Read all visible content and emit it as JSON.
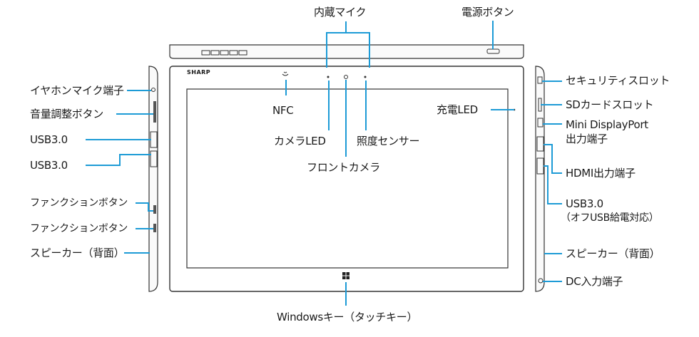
{
  "labels": {
    "internal_mic": "内蔵マイク",
    "power_button": "電源ボタン",
    "earphone_jack": "イヤホンマイク端子",
    "volume_button": "音量調整ボタン",
    "usb_left_1": "USB3.0",
    "usb_left_2": "USB3.0",
    "function_button_1": "ファンクションボタン",
    "function_button_2": "ファンクションボタン",
    "speaker_left": "スピーカー（背面）",
    "nfc": "NFC",
    "camera_led": "カメラLED",
    "light_sensor": "照度センサー",
    "front_camera": "フロントカメラ",
    "charge_led": "充電LED",
    "windows_key": "Windowsキー（タッチキー）",
    "security_slot": "セキュリティスロット",
    "sd_slot": "SDカードスロット",
    "mini_dp_line1": "Mini DisplayPort",
    "mini_dp_line2": "出力端子",
    "hdmi": "HDMI出力端子",
    "usb_right_line1": "USB3.0",
    "usb_right_line2": "（オフUSB給電対応）",
    "speaker_right": "スピーカー（背面）",
    "dc_jack": "DC入力端子",
    "brand": "SHARP"
  },
  "colors": {
    "leader_line": "#1d9bd6",
    "device_outline": "#333333",
    "text": "#1a1a1a"
  }
}
